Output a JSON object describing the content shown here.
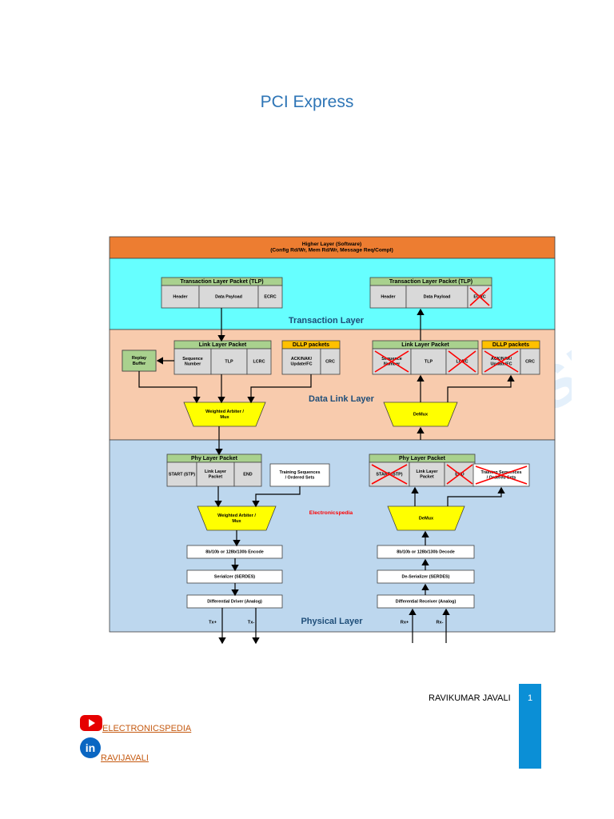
{
  "page": {
    "title": "PCI Express",
    "author": "RAVIKUMAR JAVALI",
    "page_number": "1",
    "watermark": "Electronicspedia",
    "youtube_link": "ELECTRONICSPEDIA",
    "linkedin_link": "RAVIJAVALI",
    "linkedin_icon": "in"
  },
  "colors": {
    "higher": "#ed7d31",
    "transaction": "#66ffff",
    "datalink": "#f8cbad",
    "physical": "#bdd7ee",
    "header_green": "#a9d18e",
    "header_orange": "#ffc000",
    "mux_yellow": "#ffff00",
    "cell_gray": "#d9d9d9",
    "layer_label": "#1f4e79",
    "cross": "#ff0000"
  },
  "diagram": {
    "higher_layer": [
      "Higher Layer (Software)",
      "(Config Rd/Wr, Mem Rd/Wr, Message Req/Compl)"
    ],
    "layers": {
      "transaction": "Transaction Layer",
      "datalink": "Data Link Layer",
      "physical": "Physical Layer"
    },
    "tlp_tx": {
      "title": "Transaction Layer Packet (TLP)",
      "cells": [
        "Header",
        "Data Payload",
        "ECRC"
      ]
    },
    "tlp_rx": {
      "title": "Transaction Layer Packet (TLP)",
      "cells": [
        "Header",
        "Data Payload",
        "ECRC"
      ]
    },
    "llp_tx": {
      "title": "Link Layer Packet",
      "cells": [
        "Sequence Number",
        "TLP",
        "LCRC"
      ]
    },
    "llp_rx": {
      "title": "Link Layer Packet",
      "cells": [
        "Sequence Number",
        "TLP",
        "LCRC"
      ]
    },
    "dllp_tx": {
      "title": "DLLP packets",
      "cells": [
        "ACK/NAK/ Update/FC",
        "CRC"
      ]
    },
    "dllp_rx": {
      "title": "DLLP packets",
      "cells": [
        "ACK/NAK/ Update/FC",
        "CRC"
      ]
    },
    "replay_buffer": "Replay Buffer",
    "dl_mux": "Weighted Arbiter / Mux",
    "dl_demux": "DeMux",
    "phy_tx": {
      "title": "Phy Layer Packet",
      "cells": [
        "START (STP)",
        "Link Layer Packet",
        "END"
      ]
    },
    "phy_rx": {
      "title": "Phy Layer Packet",
      "cells": [
        "START (STP)",
        "Link Layer Packet",
        "END"
      ]
    },
    "training_tx": "Training Sequences / Ordered Sets",
    "training_rx": "Training Sequences / Ordered Sets",
    "phy_mux": "Weighted Arbiter / Mux",
    "phy_demux": "DeMux",
    "brand": "Electronicspedia",
    "encode": "8b/10b or 128b/130b Encode",
    "decode": "8b/10b or 128b/130b Decode",
    "serializer": "Serializer (SERDES)",
    "deserializer": "De-Serializer (SERDES)",
    "driver": "Differential Driver (Analog)",
    "receiver": "Differential Receiver (Analog)",
    "pins": [
      "Tx+",
      "Tx-",
      "Rx+",
      "Rx-"
    ]
  }
}
